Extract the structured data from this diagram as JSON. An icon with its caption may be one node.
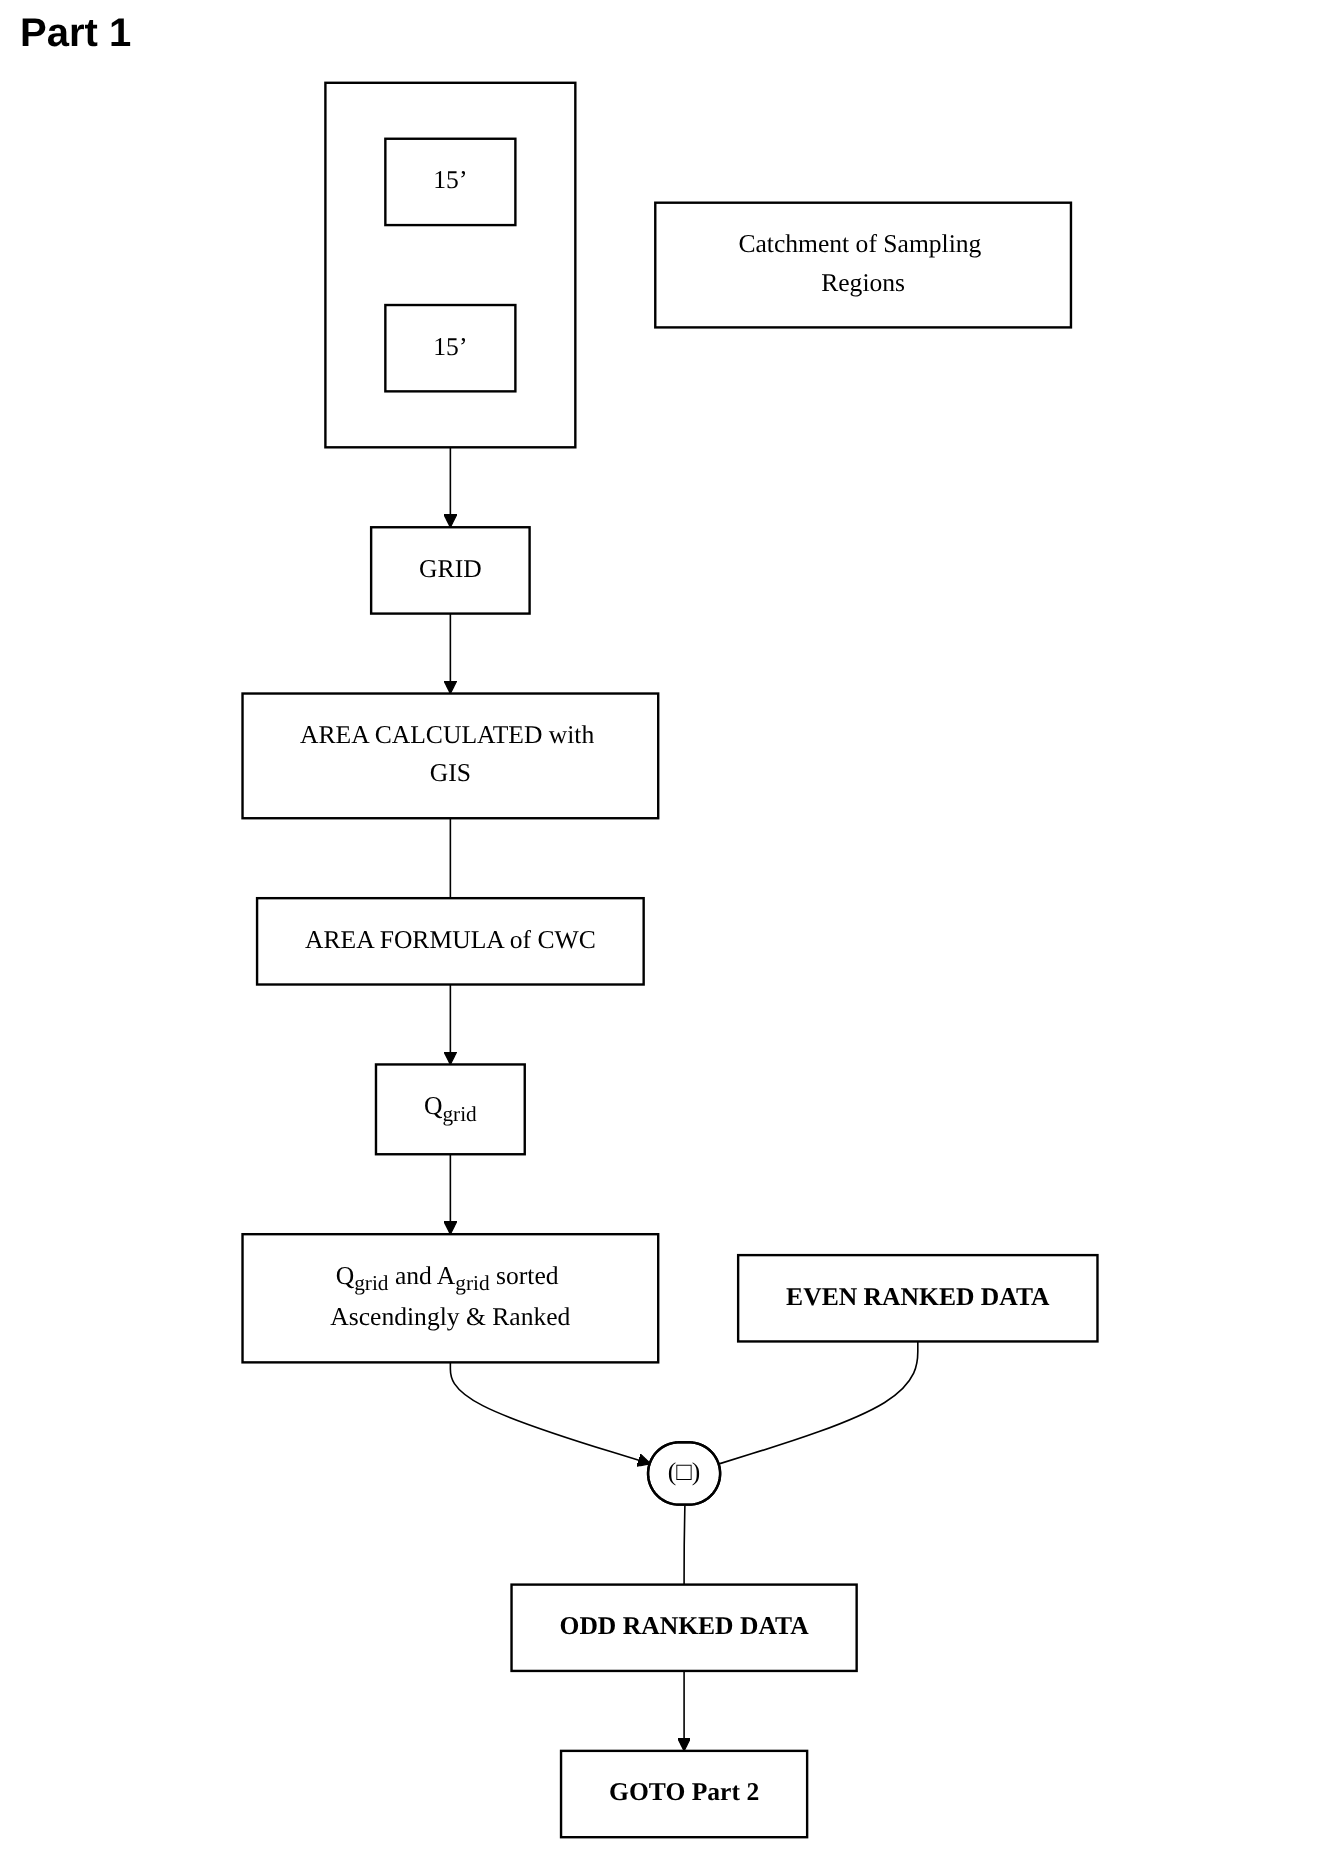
{
  "diagram": {
    "title": "Part 1",
    "nodes": [
      {
        "text": [
          "Catchment of Sampling Regions"
        ]
      },
      {
        "text": [],
        "shape": "box"
      },
      {
        "text": [
          "15’"
        ],
        "in": 1
      },
      {
        "text": [
          "15’"
        ],
        "in": 1
      },
      {
        "text": [
          "GRID"
        ]
      },
      {
        "text": [
          "AREA CALCULATED with GIS"
        ]
      },
      {
        "text": [
          "AREA FORMULA of CWC"
        ]
      },
      {
        "text": [
          "Q$_{grid}$"
        ]
      },
      {
        "text": [
          "Q$_{grid}$ and A$_{grid}$ sorted Ascendingly & Ranked"
        ]
      },
      {
        "text": [
          "EVEN RANKED DATA"
        ]
      },
      {
        "text": [
          "(□)"
        ]
      },
      {
        "text": [
          "ODD RANKED DATA"
        ]
      },
      {
        "text": [
          "GOTO Part 2"
        ]
      }
    ],
    "edges": [
      {
        "from": 1,
        "to": 4,
        "arrow": "to"
      },
      {
        "from": 4,
        "to": 5,
        "arrow": "to"
      },
      {
        "from": 5,
        "to": 6,
        "arrow": "none"
      },
      {
        "from": 6,
        "to": 7,
        "arrow": "to"
      },
      {
        "from": 7,
        "to": 8,
        "arrow": "to"
      },
      {
        "from": 8,
        "to": 10,
        "arrow": "to"
      },
      {
        "from": 9,
        "to": 10,
        "arrow": "none"
      },
      {
        "from": 10,
        "to": 11,
        "arrow": "none"
      },
      {
        "from": 11,
        "to": 12,
        "arrow": "to"
      }
    ]
  }
}
